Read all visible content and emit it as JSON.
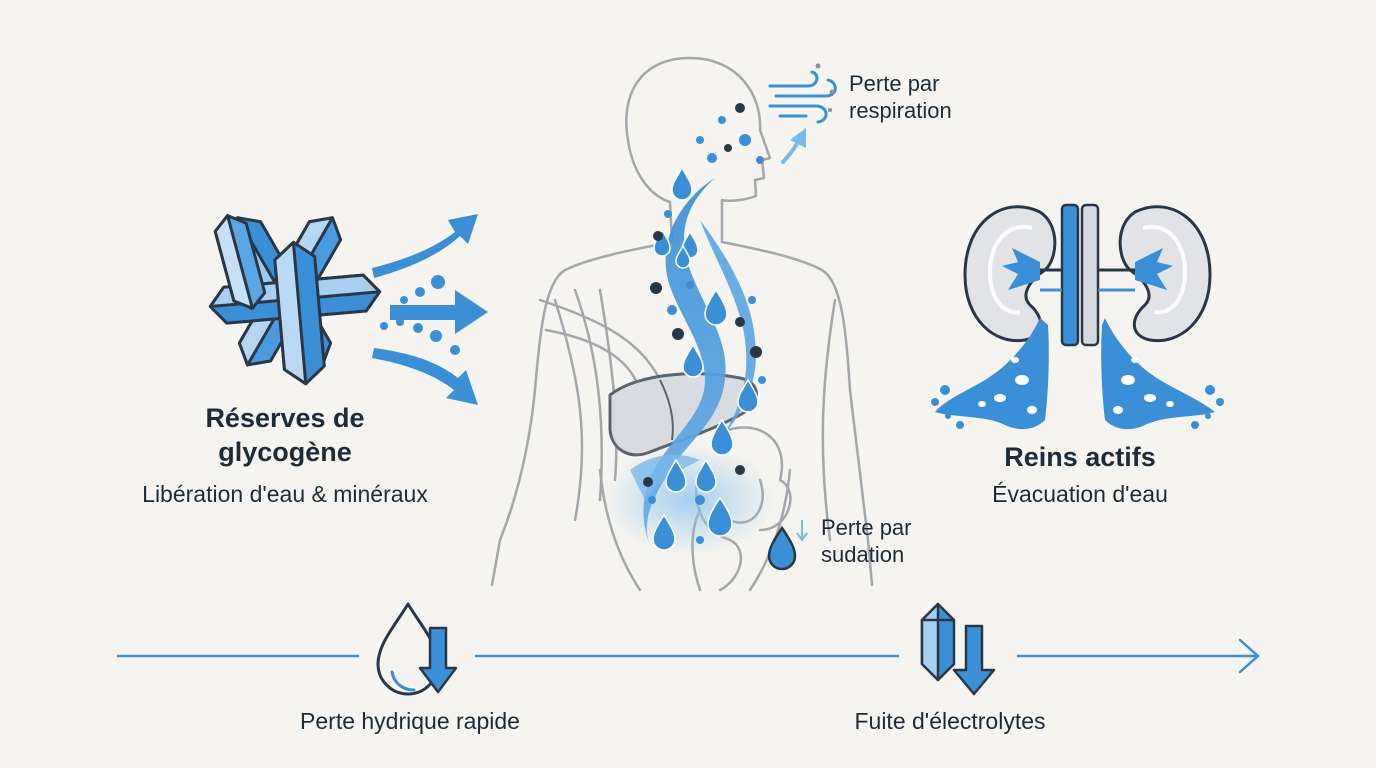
{
  "glycogen": {
    "title_line1": "Réserves de",
    "title_line2": "glycogène",
    "subtitle": "Libération d'eau & minéraux"
  },
  "respiration": {
    "line1": "Perte par",
    "line2": "respiration"
  },
  "sweat": {
    "line1": "Perte par",
    "line2": "sudation"
  },
  "kidneys": {
    "title": "Reins actifs",
    "subtitle": "Évacuation d'eau"
  },
  "bottom": {
    "water_loss": "Perte hydrique rapide",
    "electrolytes": "Fuite d'électrolytes"
  },
  "colors": {
    "accent_blue": "#3a8fd6",
    "dark_outline": "#2a3746",
    "body_outline": "#9ea3a8",
    "background": "#f5f4f0"
  },
  "icons": [
    "glycogen-crystals-icon",
    "human-body-icon",
    "liver-icon",
    "breath-wind-icon",
    "sweat-drop-icon",
    "kidneys-icon",
    "water-drop-down-icon",
    "crystal-down-icon"
  ]
}
